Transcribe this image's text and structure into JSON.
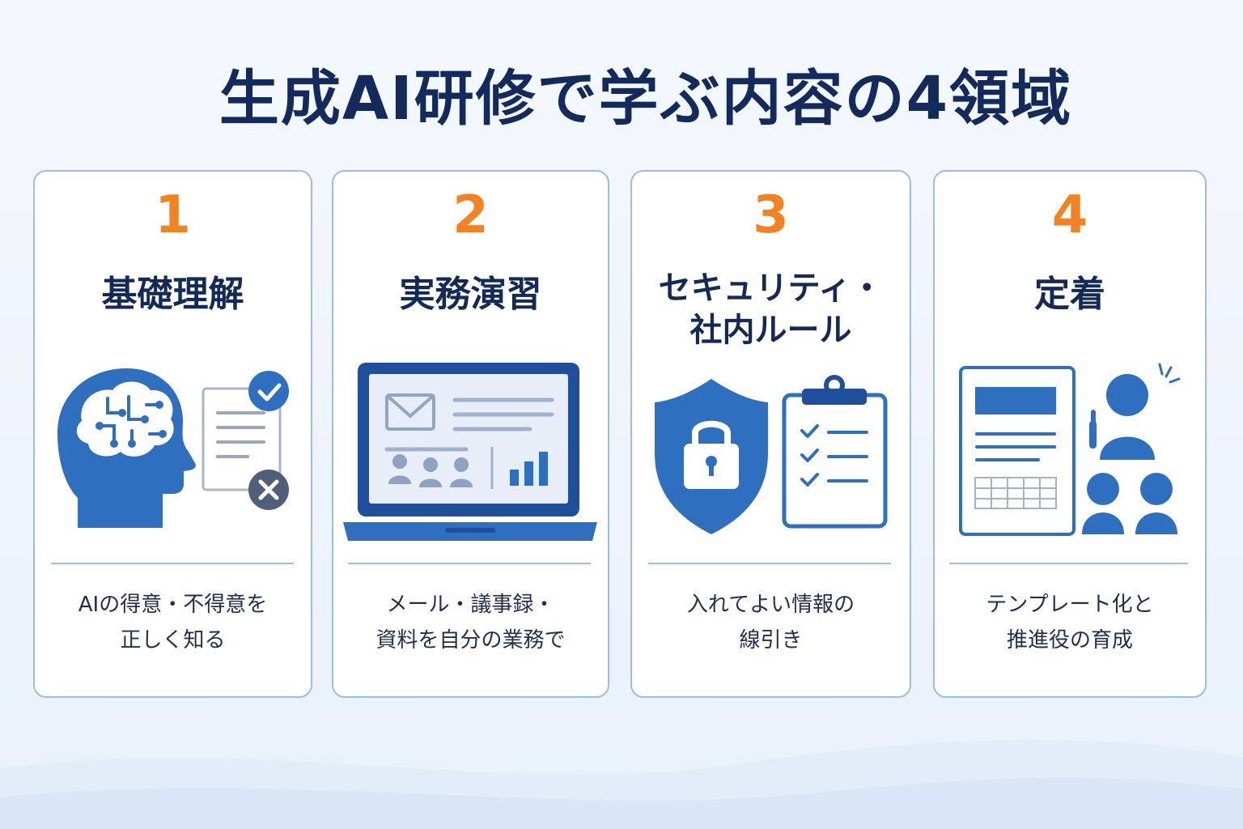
{
  "title": "生成AI研修で学ぶ内容の4領域",
  "colors": {
    "title": "#132a5c",
    "number": "#f28322",
    "accent_blue": "#2f6fc0",
    "card_border": "#9cbde6"
  },
  "cards": [
    {
      "number": "1",
      "title": "基礎理解",
      "description_line1": "AIの得意・不得意を",
      "description_line2": "正しく知る",
      "icons": [
        "brain-head-icon",
        "document-check-icon",
        "check-circle-icon",
        "cross-circle-icon"
      ]
    },
    {
      "number": "2",
      "title": "実務演習",
      "description_line1": "メール・議事録・",
      "description_line2": "資料を自分の業務で",
      "icons": [
        "laptop-icon",
        "mail-icon",
        "people-icon",
        "bar-chart-icon"
      ]
    },
    {
      "number": "3",
      "title_line1": "セキュリティ・",
      "title_line2": "社内ルール",
      "description_line1": "入れてよい情報の",
      "description_line2": "線引き",
      "icons": [
        "shield-lock-icon",
        "clipboard-checklist-icon"
      ]
    },
    {
      "number": "4",
      "title": "定着",
      "description_line1": "テンプレート化と",
      "description_line2": "推進役の育成",
      "icons": [
        "template-document-icon",
        "presenter-icon",
        "audience-icon"
      ]
    }
  ]
}
